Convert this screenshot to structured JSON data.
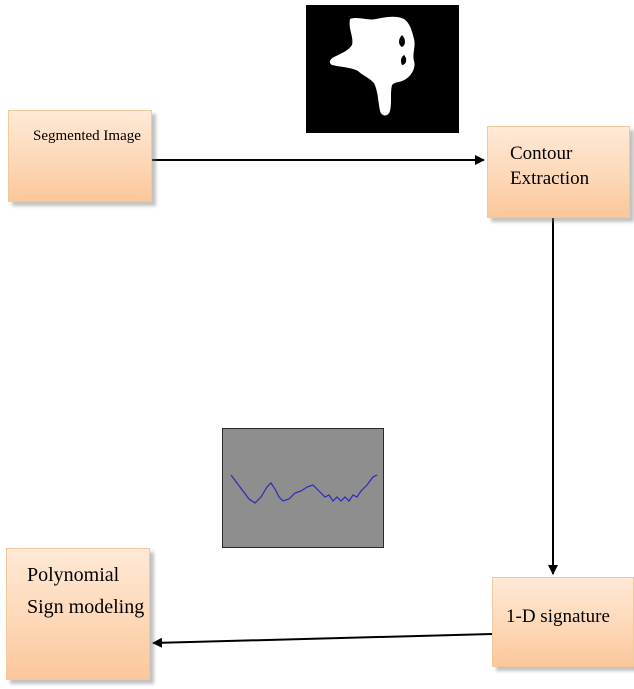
{
  "boxes": {
    "segmented_image": "Segmented Image",
    "contour_extraction": "Contour Extraction",
    "signature": "1-D signature",
    "polynomial": "Polynomial Sign modeling"
  },
  "images": {
    "hand": "hand-silhouette-image",
    "signature_plot": "signature-waveform-plot"
  },
  "colors": {
    "box_fill_top": "#ffe9d6",
    "box_fill_bottom": "#fcc79a",
    "box_border": "#f0c89c",
    "plot_background": "#8e8e8e",
    "plot_line": "#2b2bb8",
    "arrow": "#000000"
  }
}
